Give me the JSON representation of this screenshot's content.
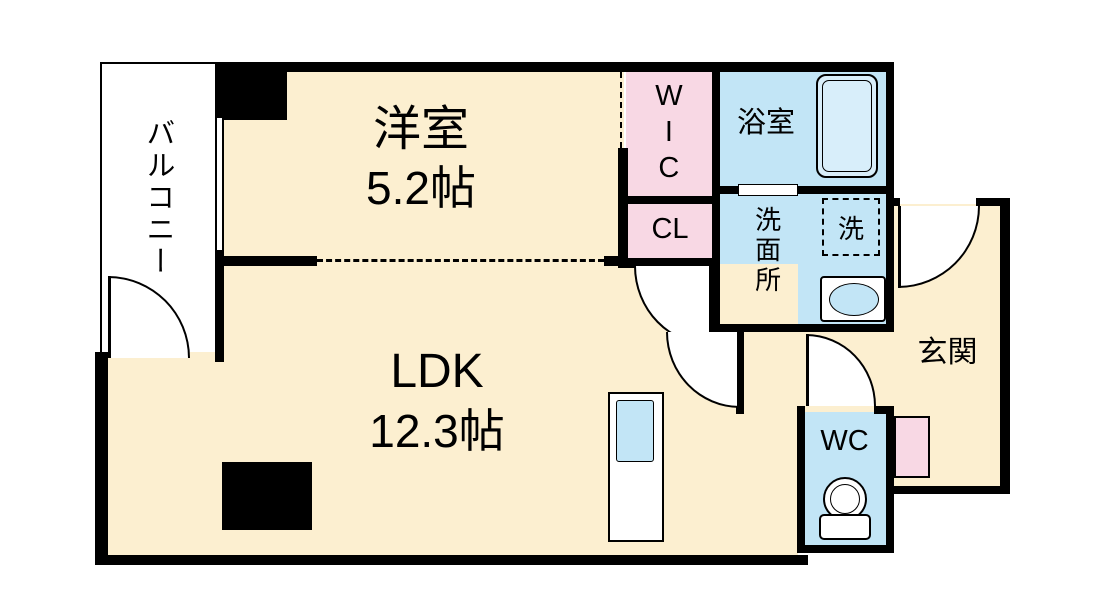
{
  "rooms": {
    "balcony": {
      "label": "バルコニー"
    },
    "western": {
      "label": "洋室",
      "size": "5.2帖"
    },
    "wic": {
      "label": "WIC"
    },
    "cl": {
      "label": "CL"
    },
    "bath": {
      "label": "浴室"
    },
    "washroom": {
      "label": "洗面所"
    },
    "washer": {
      "label": "洗"
    },
    "ldk": {
      "label": "LDK",
      "size": "12.3帖"
    },
    "entrance": {
      "label": "玄関"
    },
    "wc": {
      "label": "WC"
    }
  },
  "colors": {
    "floor_cream": "#FCEFD0",
    "closet_pink": "#F8D8E4",
    "wet_blue": "#C2E5F6",
    "wall": "#000000",
    "background": "#FFFFFF"
  }
}
